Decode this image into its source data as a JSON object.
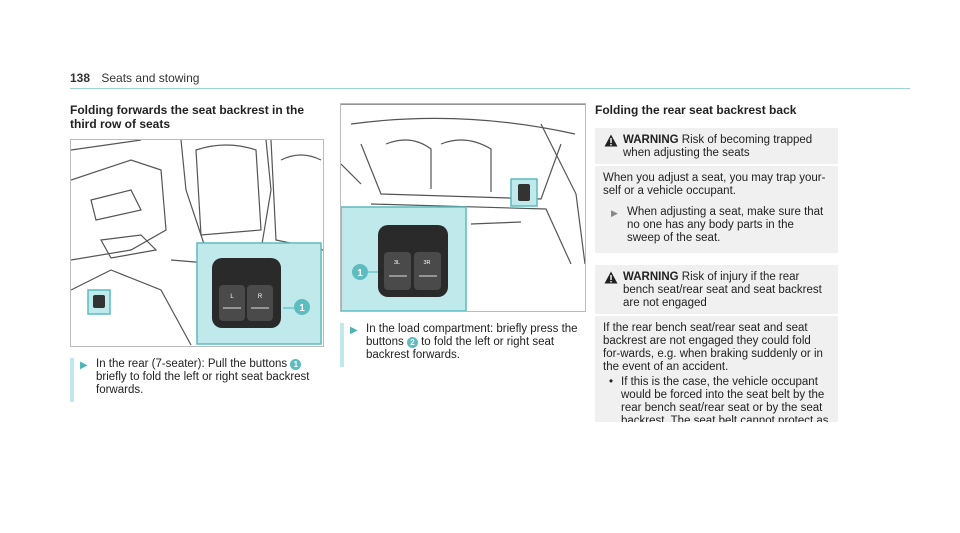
{
  "header": {
    "page_number": "138",
    "section": "Seats and stowing"
  },
  "left": {
    "heading": "Folding forwards the seat backrest in the third row of seats",
    "step_text_before": "In the rear (7-seater): Pull the buttons ",
    "step_badge": "1",
    "step_text_after": " briefly to fold the left or right seat backrest forwards.",
    "figure": {
      "callout": "1",
      "button_left": "L",
      "button_right": "R"
    }
  },
  "middle": {
    "step_text_before": "In the load compartment: briefly press the buttons ",
    "step_badge": "2",
    "step_text_after": " to fold the left or right seat backrest forwards.",
    "figure": {
      "callout": "1",
      "button_left": "3L",
      "button_right": "3R"
    }
  },
  "right": {
    "heading": "Folding the rear seat backrest back",
    "warning1": {
      "title": "WARNING",
      "title_rest": " Risk of becoming trapped when adjusting the seats",
      "body": "When you adjust a seat, you may trap your-self or a vehicle occupant.",
      "step": "When adjusting a seat, make sure that no one has any body parts in the sweep of the seat."
    },
    "warning2": {
      "title": "WARNING",
      "title_rest": " Risk of injury if the rear bench seat/rear seat and seat backrest are not engaged",
      "body": "If the rear bench seat/rear seat and seat backrest are not engaged they could fold for-wards, e.g. when braking suddenly or in the event of an accident.",
      "bullet": "If this is the case, the vehicle occupant would be forced into the seat belt by the rear bench seat/rear seat or by the seat backrest. The seat belt cannot protect as"
    }
  },
  "colors": {
    "accent": "#5cbcbf",
    "highlight": "#bfe9ea",
    "warning_bg": "#f0f0f0"
  }
}
